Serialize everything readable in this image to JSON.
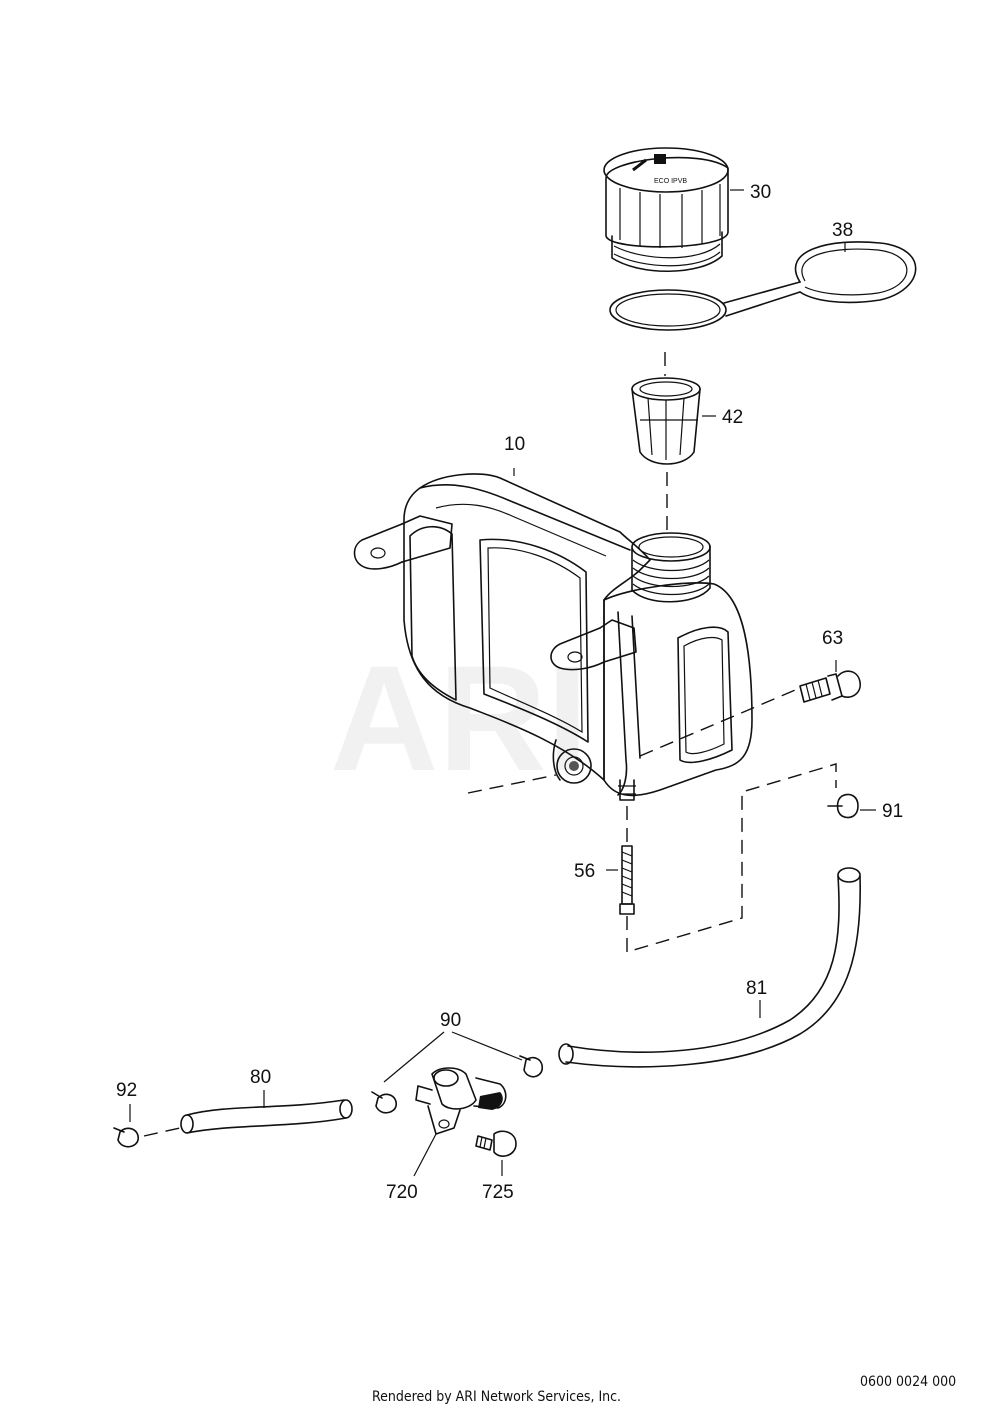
{
  "watermark": "ARI",
  "parts": {
    "p10": "10",
    "p30": "30",
    "p38": "38",
    "p42": "42",
    "p56": "56",
    "p63": "63",
    "p80": "80",
    "p81": "81",
    "p90": "90",
    "p91": "91",
    "p92": "92",
    "p720": "720",
    "p725": "725"
  },
  "footer": {
    "credit": "Rendered by ARI Network Services, Inc.",
    "code": "0600 0024 000"
  }
}
